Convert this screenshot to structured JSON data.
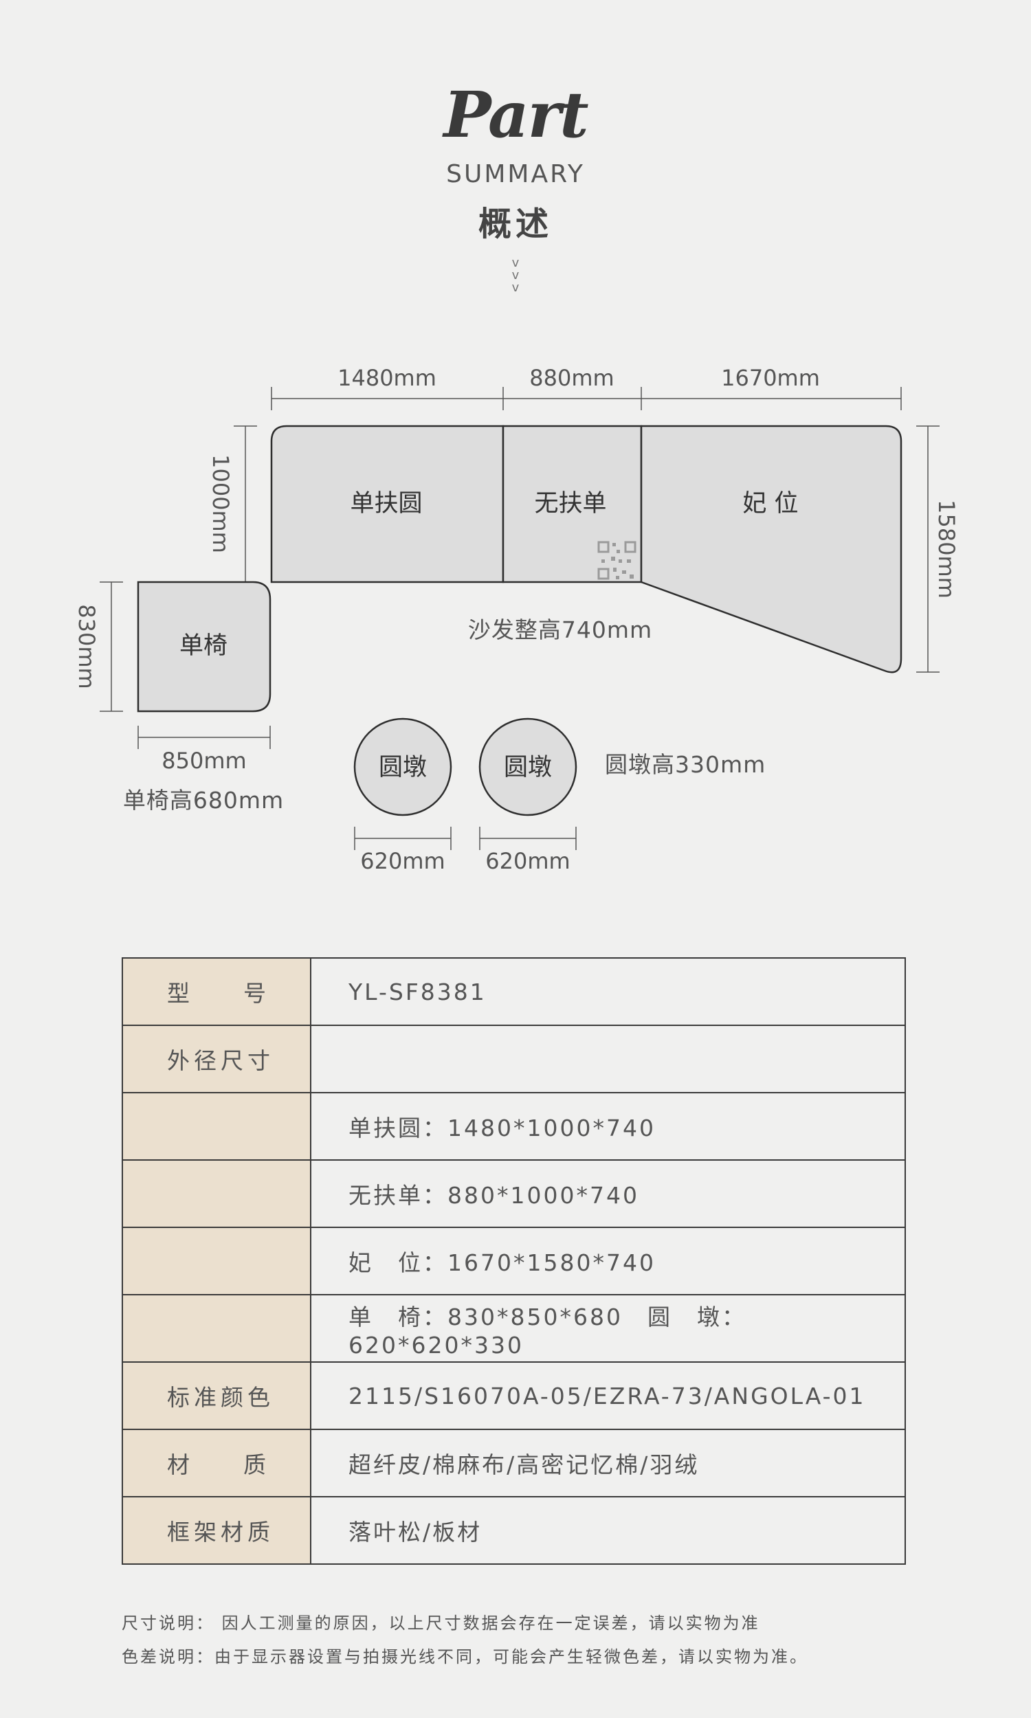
{
  "header": {
    "part": "Part",
    "summary": "SUMMARY",
    "title": "概述",
    "chevron": "v"
  },
  "diagram": {
    "dims": {
      "w_single_arm": "1480mm",
      "w_armless": "880mm",
      "w_chaise": "1670mm",
      "d_main": "1000mm",
      "d_chaise": "1580mm",
      "d_chair": "830mm",
      "w_chair": "850mm",
      "w_ottoman_1": "620mm",
      "w_ottoman_2": "620mm"
    },
    "pieces": {
      "single_arm": "单扶圆",
      "armless": "无扶单",
      "chaise": "妃 位",
      "chair": "单椅",
      "ottoman_1": "圆墩",
      "ottoman_2": "圆墩"
    },
    "notes": {
      "sofa_height": "沙发整高740mm",
      "chair_height": "单椅高680mm",
      "ottoman_height": "圆墩高330mm"
    }
  },
  "spec_table": {
    "rows": [
      {
        "label": "型号",
        "value": "YL-SF8381"
      },
      {
        "label": "外径尺寸",
        "value": ""
      },
      {
        "label": "",
        "value": "单扶圆：1480*1000*740"
      },
      {
        "label": "",
        "value": "无扶单：880*1000*740"
      },
      {
        "label": "",
        "value": "妃　位：1670*1580*740"
      },
      {
        "label": "",
        "value": "单　椅：830*850*680　圆　墩：620*620*330"
      },
      {
        "label": "标准颜色",
        "value": "2115/S16070A-05/EZRA-73/ANGOLA-01"
      },
      {
        "label": "材质",
        "value": "超纤皮/棉麻布/高密记忆棉/羽绒"
      },
      {
        "label": "框架材质",
        "value": "落叶松/板材"
      }
    ]
  },
  "footnotes": {
    "size_note": "尺寸说明：  因人工测量的原因，以上尺寸数据会存在一定误差，请以实物为准",
    "color_note": "色差说明：由于显示器设置与拍摄光线不同，可能会产生轻微色差，请以实物为准。"
  },
  "colors": {
    "background": "#f0f0ef",
    "piece_fill": "#dddddd",
    "label_cell": "#ebe0cf",
    "line": "#3a3a3a"
  }
}
